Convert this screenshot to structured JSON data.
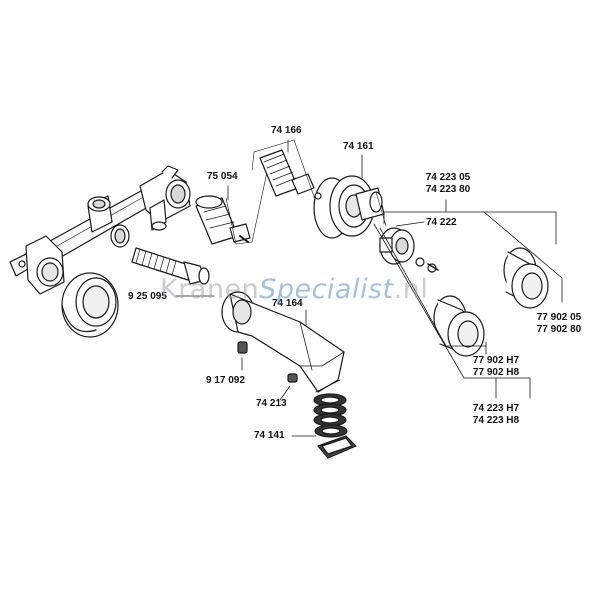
{
  "labels": {
    "p74166": "74 166",
    "p74161": "74 161",
    "p75054": "75 054",
    "p74223a": "74 223 05",
    "p74223b": "74 223 80",
    "p74222": "74 222",
    "p925095": "9 25 095",
    "p74164": "74 164",
    "p77902a": "77 902 05",
    "p77902b": "77 902 80",
    "p77902c": "77 902 H7",
    "p77902d": "77 902 H8",
    "p917092": "9 17 092",
    "p74213": "74 213",
    "p74223c": "74 223 H7",
    "p74223d": "74 223 H8",
    "p74141": "74 141"
  },
  "watermark": {
    "part1": "Kranen",
    "part2": "Specialist",
    "part3": ".nl"
  },
  "colors": {
    "line": "#1a1a1a",
    "fill": "#ffffff",
    "shade": "#d9d9d9",
    "dark": "#555555"
  }
}
